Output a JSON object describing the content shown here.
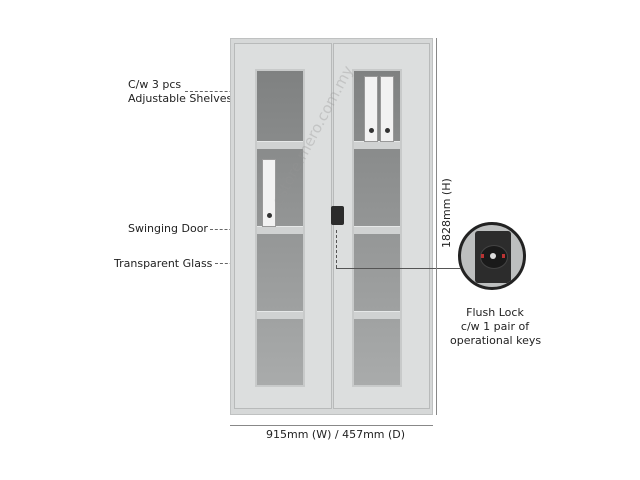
{
  "labels": {
    "shelves_line1": "C/w 3 pcs",
    "shelves_line2": "Adjustable Shelves",
    "door": "Swinging Door",
    "glass": "Transparent Glass",
    "lock_line1": "Flush Lock",
    "lock_line2": "c/w 1 pair of",
    "lock_line3": "operational keys"
  },
  "dimensions": {
    "height": "1828mm (H)",
    "width_depth": "915mm (W) / 457mm (D)"
  },
  "watermark": "estore.mero.com.my"
}
